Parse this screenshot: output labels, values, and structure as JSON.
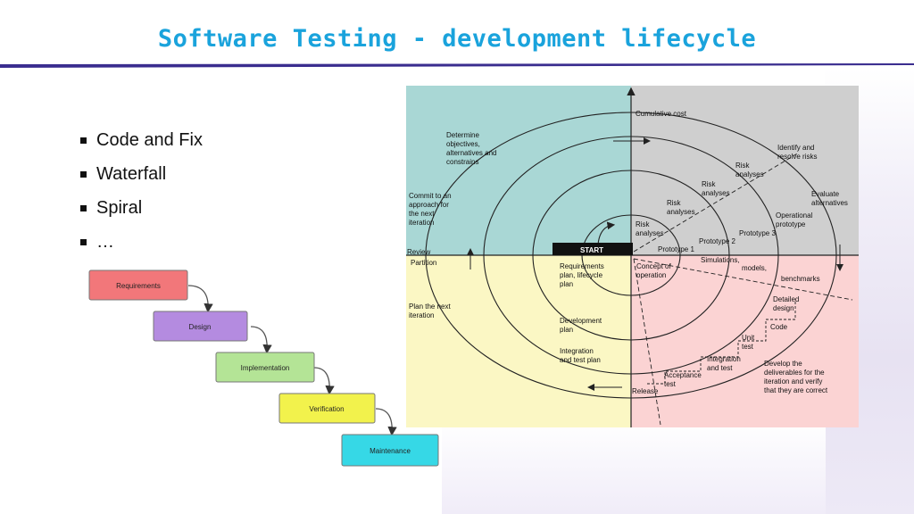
{
  "slide": {
    "title": "Software Testing - development lifecycle",
    "accent_color": "#1aa3dc",
    "rule_color": "#3a2d8f"
  },
  "bullets": [
    "Code and Fix",
    "Waterfall",
    "Spiral",
    "…"
  ],
  "waterfall": {
    "stages": [
      {
        "label": "Requirements",
        "color": "#f2777a"
      },
      {
        "label": "Design",
        "color": "#b48be0"
      },
      {
        "label": "Implementation",
        "color": "#b4e496"
      },
      {
        "label": "Verification",
        "color": "#f2f24c"
      },
      {
        "label": "Maintenance",
        "color": "#36d8e6"
      }
    ]
  },
  "spiral": {
    "quadrant_colors": {
      "top_left": "#a9d7d5",
      "top_right": "#cfcfcf",
      "bottom_left": "#fbf7c4",
      "bottom_right": "#fbd3d3"
    },
    "start_label": "START",
    "cumulative_cost": "Cumulative cost",
    "review": "Review",
    "partition": "Partition",
    "release": "Release",
    "determine": [
      "Determine",
      "objectives,",
      "alternatives and",
      "constrains"
    ],
    "identify": [
      "Identify and",
      "resolve risks"
    ],
    "evaluate": [
      "Evaluate",
      "alternatives"
    ],
    "commit": [
      "Commit to an",
      "approach for",
      "the next",
      "iteration"
    ],
    "plan_next": [
      "Plan the next",
      "iteration"
    ],
    "develop": [
      "Develop the",
      "deliverables for the",
      "iteration and verify",
      "that they are correct"
    ],
    "risk_analyses": [
      [
        "Risk",
        "analyses"
      ],
      [
        "Risk",
        "analyses"
      ],
      [
        "Risk",
        "analyses"
      ],
      [
        "Risk",
        "analyses"
      ]
    ],
    "prototypes": [
      "Prototype 1",
      "Prototype 2",
      "Prototype 3"
    ],
    "operational_prototype": [
      "Operational",
      "prototype"
    ],
    "simulations": "Simulations,",
    "models": "models,",
    "benchmarks": "benchmarks",
    "concept": [
      "Concept of",
      "operation"
    ],
    "detailed_design": [
      "Detailed",
      "design"
    ],
    "code": "Code",
    "unit_test": [
      "Unit",
      "test"
    ],
    "integration_test": [
      "Integration",
      "and test"
    ],
    "acceptance_test": [
      "Acceptance",
      "test"
    ],
    "requirements_plan": [
      "Requirements",
      "plan, lifecycle",
      "plan"
    ],
    "development_plan": [
      "Development",
      "plan"
    ],
    "integration_plan": [
      "Integration",
      "and test plan"
    ]
  }
}
